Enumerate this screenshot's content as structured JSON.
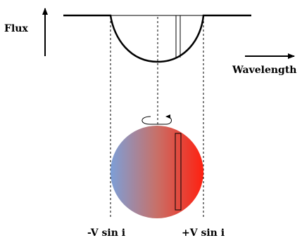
{
  "labels": {
    "flux": "Flux",
    "wavelength": "Wavelength",
    "minus_v_sin_i": "-V sin i",
    "plus_v_sin_i": "+V sin i"
  },
  "colors": {
    "line": "#000000",
    "star_blue": "#7c9fd8",
    "star_mid": "#c87068",
    "star_red": "#ff2010"
  }
}
